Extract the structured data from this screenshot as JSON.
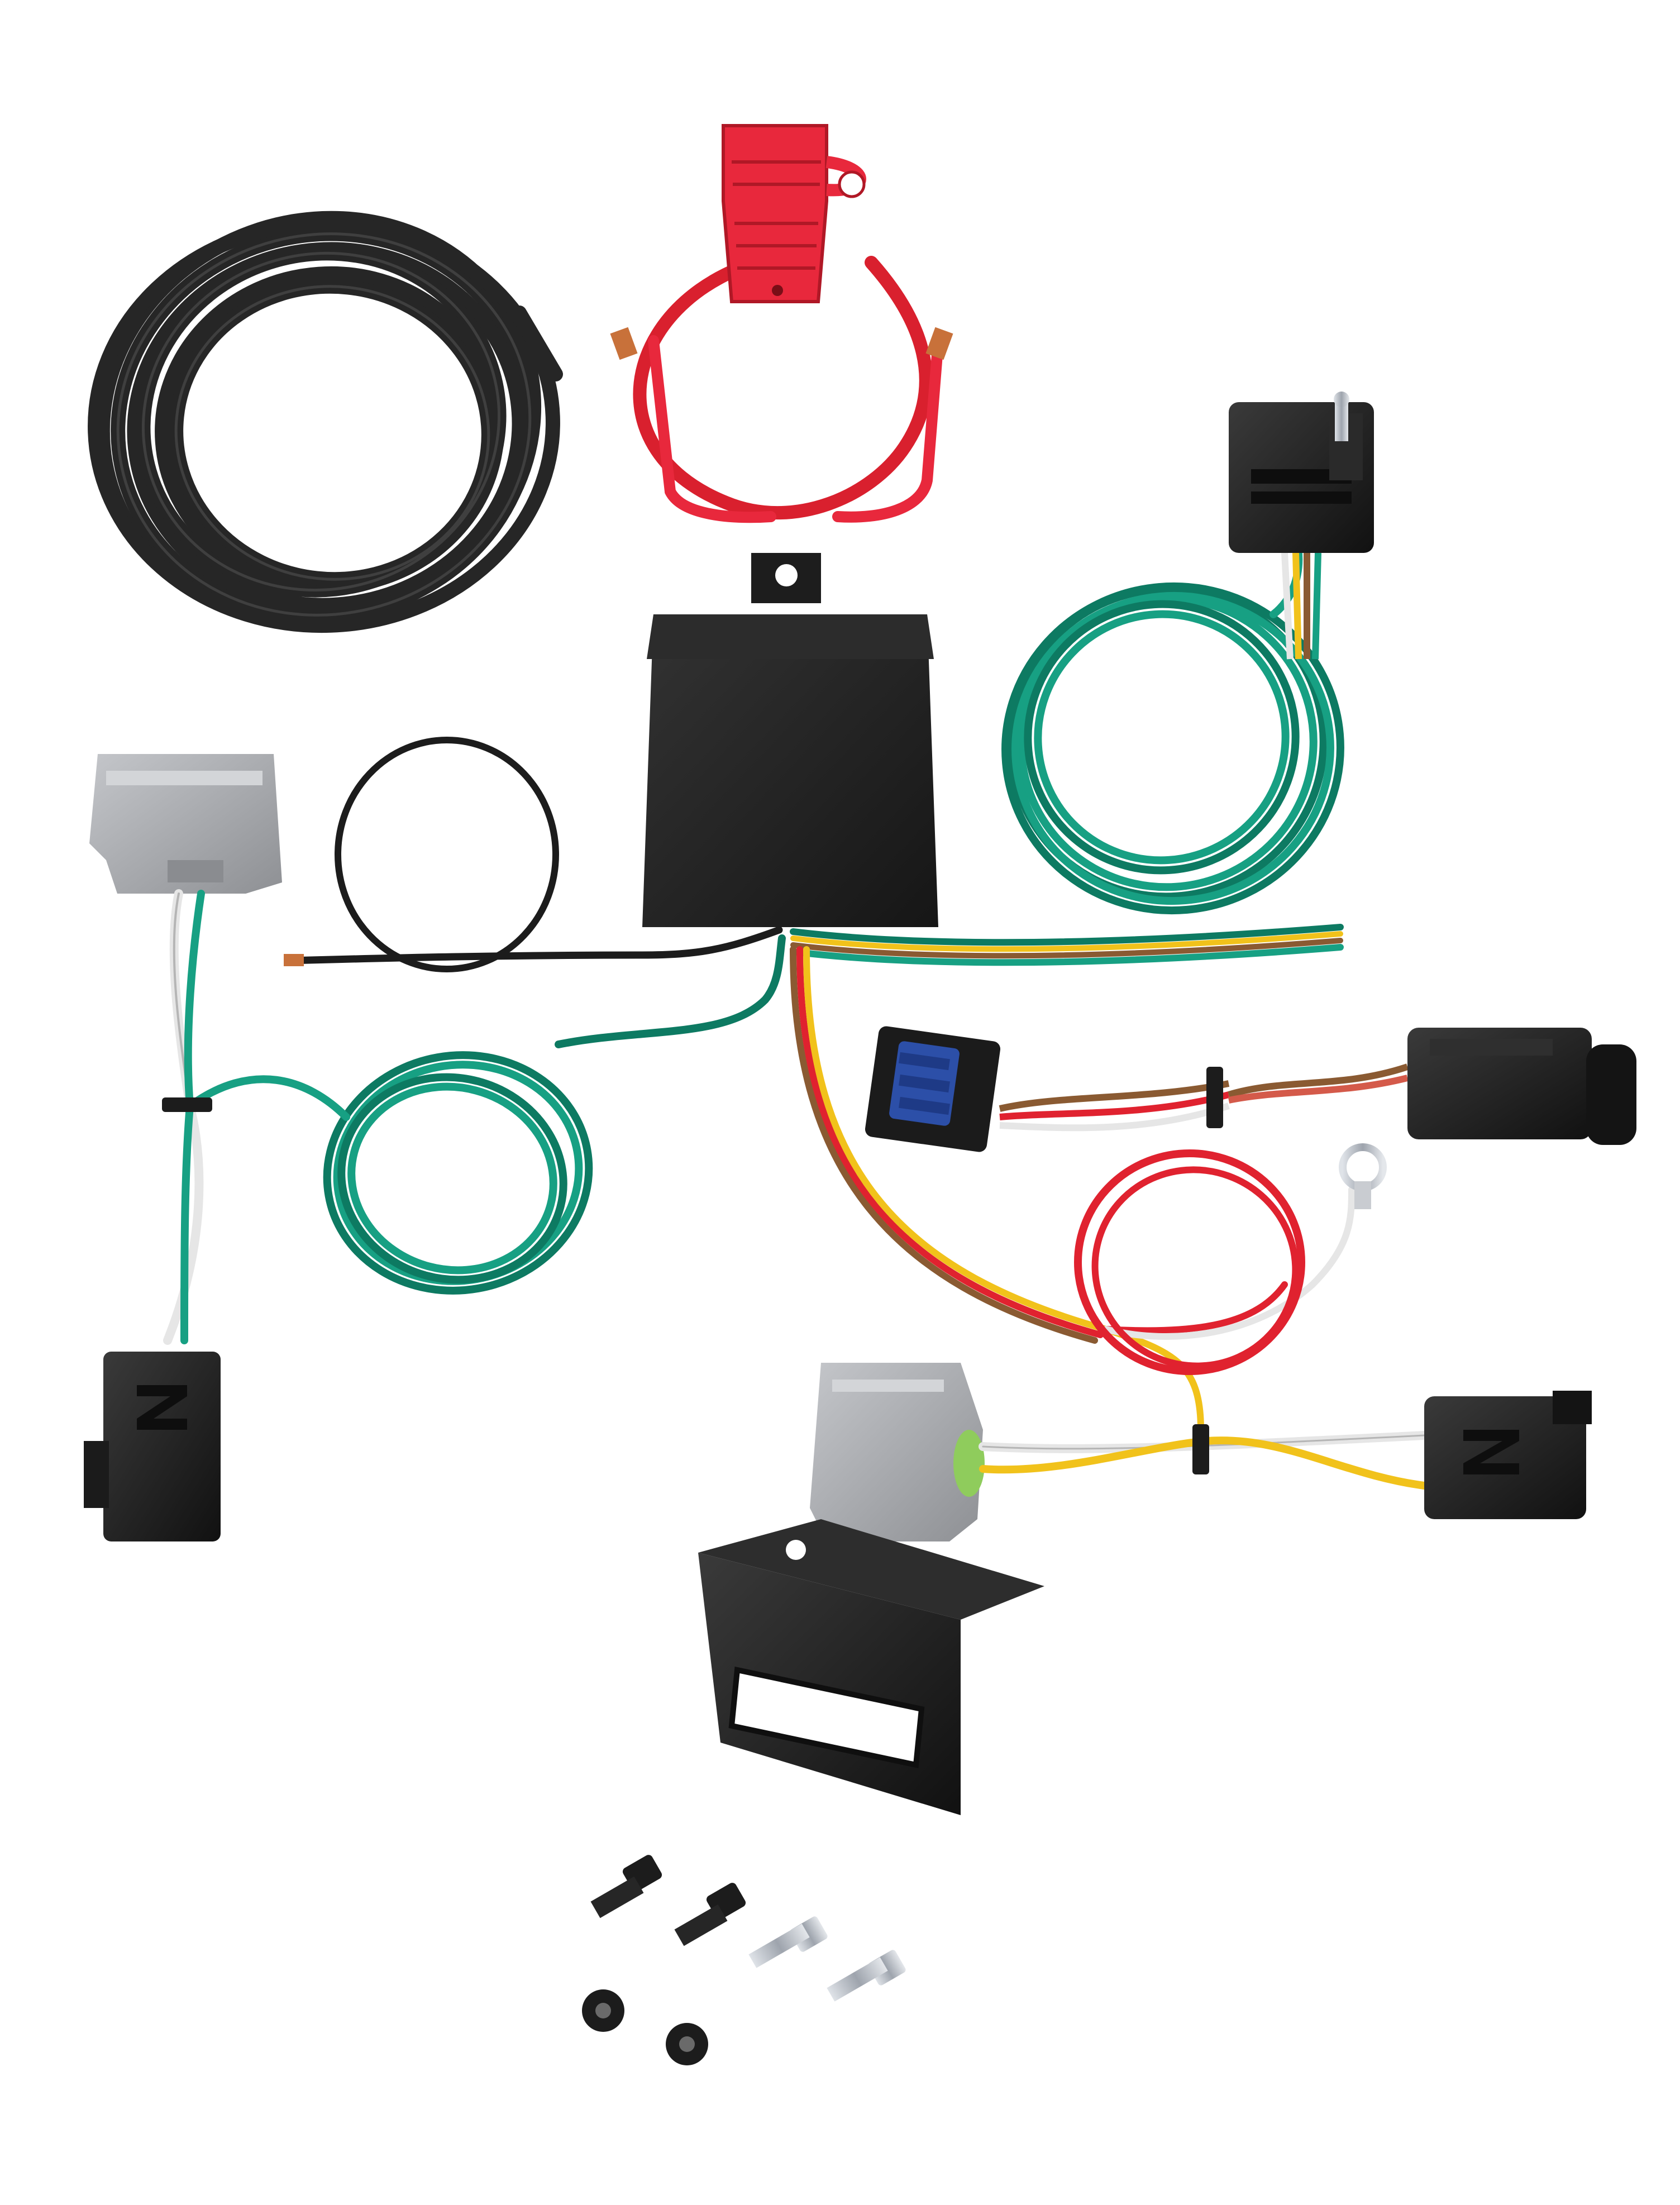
{
  "scene": {
    "background": "#ffffff",
    "colors": {
      "cable_black": "#2a2a2a",
      "cable_highlight": "#4a4a4a",
      "fuse_red": "#e8283c",
      "wire_red": "#e0222f",
      "wire_green": "#17a083",
      "wire_green_dark": "#0d7a62",
      "wire_yellow": "#f1c21b",
      "wire_brown": "#8a5a32",
      "wire_white": "#e6e6e6",
      "wire_white_edge": "#b5b5b5",
      "connector_gray": "#a8aaae",
      "connector_black": "#1b1b1b",
      "module_black": "#1f1f1f",
      "bracket_black": "#202020",
      "copper": "#c8713a",
      "metal_silver": "#b8bcc3",
      "connector_blue": "#2c4fa8"
    },
    "components": [
      {
        "name": "black-power-wire-coil",
        "icon": "coiled-cable-icon"
      },
      {
        "name": "fuse-holder-with-cap",
        "icon": "fuse-holder-icon"
      },
      {
        "name": "converter-module",
        "icon": "module-box-icon"
      },
      {
        "name": "four-way-flat-connector",
        "icon": "4-way-plug-icon"
      },
      {
        "name": "gray-vehicle-connector-left",
        "icon": "gray-connector-icon"
      },
      {
        "name": "black-vehicle-connector-left",
        "icon": "black-connector-icon"
      },
      {
        "name": "blue-pigtail-connector",
        "icon": "blue-connector-icon"
      },
      {
        "name": "black-round-connector-right",
        "icon": "round-connector-icon"
      },
      {
        "name": "gray-vehicle-connector-bottom",
        "icon": "gray-connector-icon"
      },
      {
        "name": "black-vehicle-connector-bottom",
        "icon": "black-connector-icon"
      },
      {
        "name": "ring-terminal-ground",
        "icon": "ring-terminal-icon"
      },
      {
        "name": "mounting-bracket",
        "icon": "bracket-icon"
      },
      {
        "name": "hardware-bolts-screws-nuts",
        "icon": "fastener-icon"
      }
    ]
  }
}
